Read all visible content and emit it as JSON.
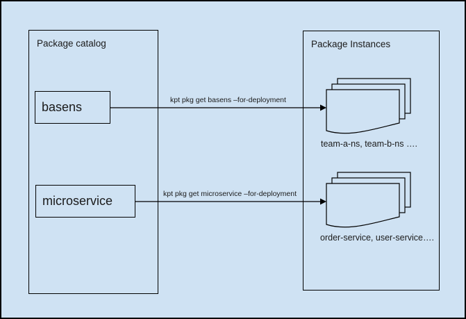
{
  "colors": {
    "background": "#cfe2f3",
    "stroke": "#000000",
    "text": "#1a1a1a"
  },
  "groups": {
    "catalog": {
      "title": "Package catalog"
    },
    "instances": {
      "title": "Package Instances"
    }
  },
  "nodes": {
    "basens": {
      "label": "basens"
    },
    "microservice": {
      "label": "microservice"
    }
  },
  "arrows": {
    "basens": {
      "label": "kpt pkg get basens –for-deployment"
    },
    "microservice": {
      "label": "kpt pkg get microservice –for-deployment"
    }
  },
  "stacks": {
    "basens": {
      "caption": "team-a-ns, team-b-ns …."
    },
    "microservice": {
      "caption": "order-service, user-service…."
    }
  }
}
